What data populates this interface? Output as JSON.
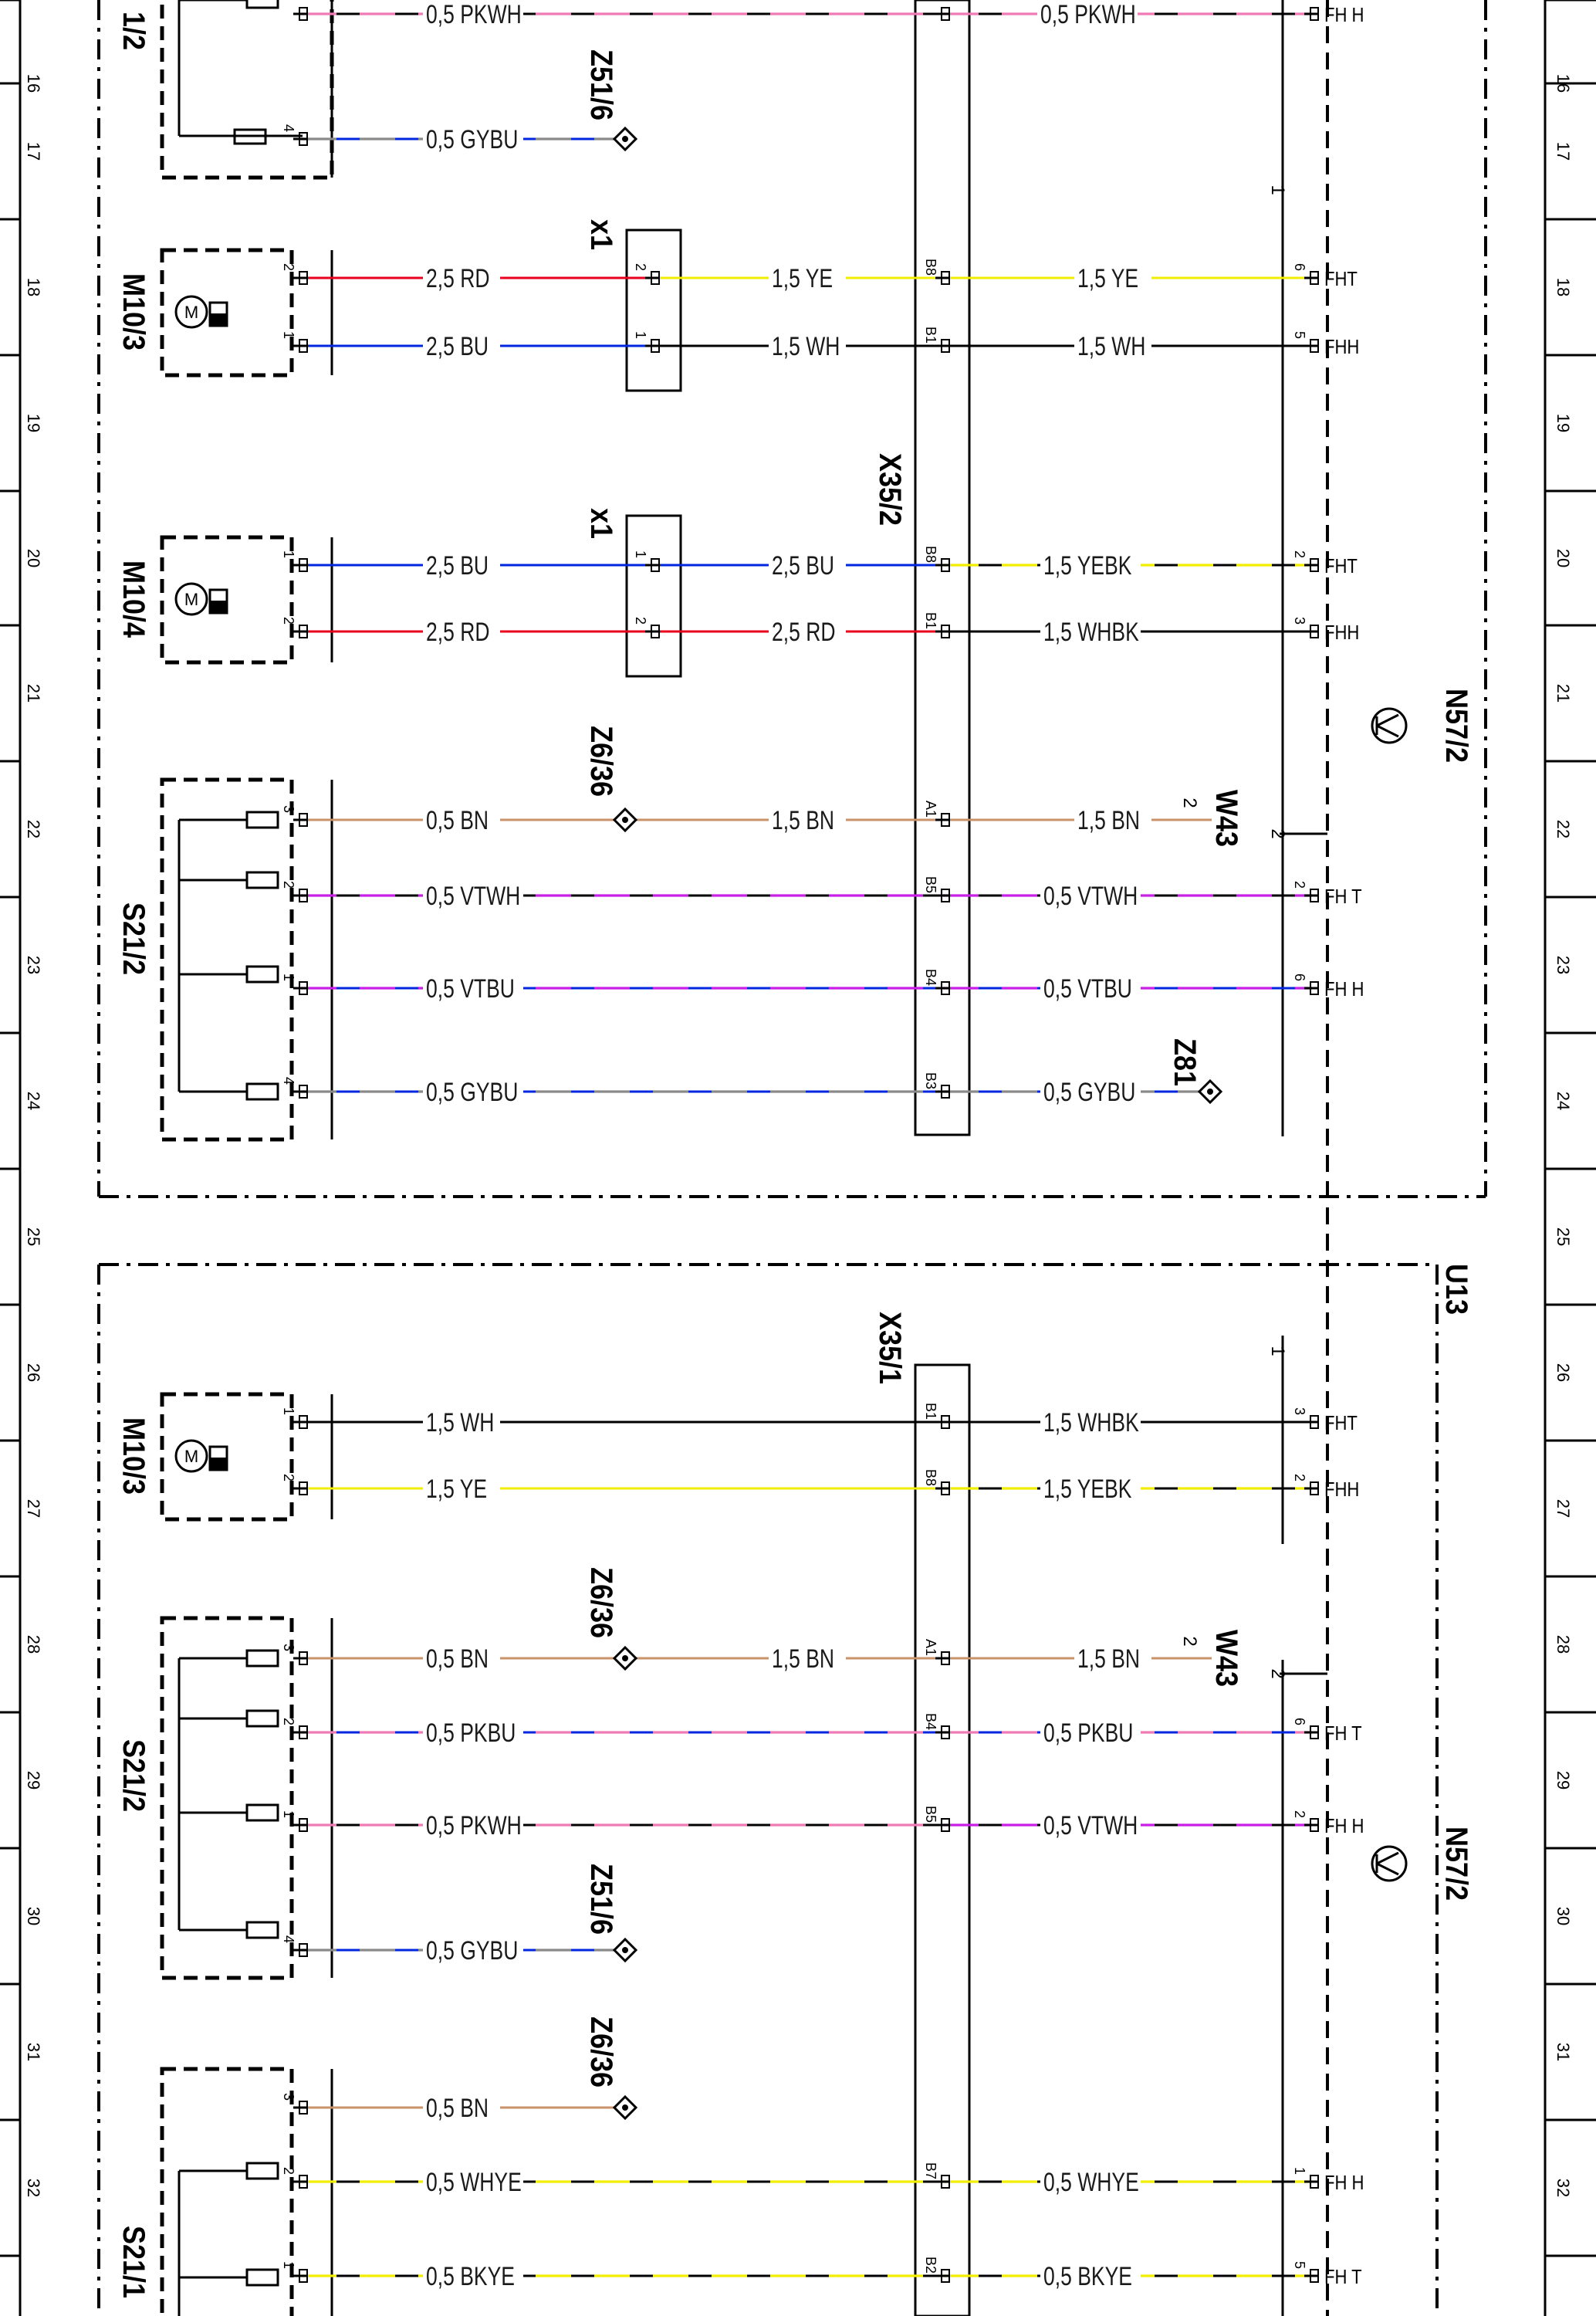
{
  "grid_rows": [
    "16",
    "17",
    "18",
    "19",
    "20",
    "21",
    "22",
    "23",
    "24",
    "25",
    "26",
    "27",
    "28",
    "29",
    "30",
    "31",
    "32"
  ],
  "colors": {
    "RD": "#e8001c",
    "BU": "#0026e0",
    "YE": "#f2ee00",
    "WH": "#ffffff",
    "BK": "#000000",
    "BN": "#c8926a",
    "PK": "#f07ab4",
    "VT": "#c81ee6",
    "GY": "#8a8a8a"
  },
  "component_labels": {
    "s21_2_top": "1/2",
    "m10_3_a": "M10/3",
    "m10_4": "M10/4",
    "s21_2_a": "S21/2",
    "m10_3_b": "M10/3",
    "s21_2_b": "S21/2",
    "s21_1": "S21/1"
  },
  "connector_labels": {
    "x1_a": "x1",
    "x1_b": "x1",
    "x35_2": "X35/2",
    "x35_1": "X35/1",
    "n57_2_a": "N57/2",
    "n57_2_b": "N57/2",
    "u13": "U13"
  },
  "splice_labels": {
    "z51_6_a": "Z51/6",
    "z6_36_a": "Z6/36",
    "w43_a": "W43",
    "z81": "Z81",
    "z6_36_b": "Z6/36",
    "w43_b": "W43",
    "z51_6_b": "Z51/6",
    "z6_36_c": "Z6/36"
  },
  "wires": [
    {
      "id": "w0",
      "segments": [
        {
          "label": "0,5 PKWH",
          "colors": [
            "PK",
            "WH"
          ]
        },
        {
          "label": "0,5 PKWH",
          "colors": [
            "PK",
            "WH"
          ]
        }
      ],
      "pins": {
        "comp": "",
        "x35": "",
        "right": ""
      },
      "right_tag": "FH H"
    },
    {
      "id": "w1",
      "segments": [
        {
          "label": "0,5 GYBU",
          "colors": [
            "GY",
            "BU"
          ]
        }
      ],
      "pins": {
        "comp": "4"
      }
    },
    {
      "id": "w2",
      "segments": [
        {
          "label": "2,5 RD",
          "colors": [
            "RD"
          ]
        },
        {
          "label": "1,5 YE",
          "colors": [
            "YE"
          ]
        },
        {
          "label": "1,5 YE",
          "colors": [
            "YE"
          ]
        }
      ],
      "pins": {
        "comp": "2",
        "x1": "2",
        "x35": "B8",
        "right": "6"
      },
      "right_tag": "FHT"
    },
    {
      "id": "w3",
      "segments": [
        {
          "label": "2,5 BU",
          "colors": [
            "BU"
          ]
        },
        {
          "label": "1,5 WH",
          "colors": [
            "BK"
          ]
        },
        {
          "label": "1,5 WH",
          "colors": [
            "BK"
          ]
        }
      ],
      "pins": {
        "comp": "1",
        "x1": "1",
        "x35": "B1",
        "right": "5"
      },
      "right_tag": "FHH"
    },
    {
      "id": "w4",
      "segments": [
        {
          "label": "2,5 BU",
          "colors": [
            "BU"
          ]
        },
        {
          "label": "2,5 BU",
          "colors": [
            "BU"
          ]
        },
        {
          "label": "1,5 YEBK",
          "colors": [
            "YE",
            "BK"
          ]
        }
      ],
      "pins": {
        "comp": "1",
        "x1": "1",
        "x35": "B8",
        "right": "2"
      },
      "right_tag": "FHT"
    },
    {
      "id": "w5",
      "segments": [
        {
          "label": "2,5 RD",
          "colors": [
            "RD"
          ]
        },
        {
          "label": "2,5 RD",
          "colors": [
            "RD"
          ]
        },
        {
          "label": "1,5 WHBK",
          "colors": [
            "BK"
          ]
        }
      ],
      "pins": {
        "comp": "2",
        "x1": "2",
        "x35": "B1",
        "right": "3"
      },
      "right_tag": "FHH"
    },
    {
      "id": "w6",
      "segments": [
        {
          "label": "0,5 BN",
          "colors": [
            "BN"
          ]
        },
        {
          "label": "1,5 BN",
          "colors": [
            "BN"
          ]
        },
        {
          "label": "1,5 BN",
          "colors": [
            "BN"
          ]
        }
      ],
      "pins": {
        "comp": "3",
        "x35": "A1",
        "right": "2"
      }
    },
    {
      "id": "w7",
      "segments": [
        {
          "label": "0,5 VTWH",
          "colors": [
            "VT",
            "WH"
          ]
        },
        {
          "label": "0,5 VTWH",
          "colors": [
            "VT",
            "WH"
          ]
        }
      ],
      "pins": {
        "comp": "2",
        "x35": "B5",
        "right": "2"
      },
      "right_tag": "FH T"
    },
    {
      "id": "w8",
      "segments": [
        {
          "label": "0,5 VTBU",
          "colors": [
            "VT",
            "BU"
          ]
        },
        {
          "label": "0,5 VTBU",
          "colors": [
            "VT",
            "BU"
          ]
        }
      ],
      "pins": {
        "comp": "1",
        "x35": "B4",
        "right": "6"
      },
      "right_tag": "FH H"
    },
    {
      "id": "w9",
      "segments": [
        {
          "label": "0,5 GYBU",
          "colors": [
            "GY",
            "BU"
          ]
        },
        {
          "label": "0,5 GYBU",
          "colors": [
            "GY",
            "BU"
          ]
        }
      ],
      "pins": {
        "comp": "4",
        "x35": "B3"
      }
    },
    {
      "id": "w10",
      "segments": [
        {
          "label": "1,5 WH",
          "colors": [
            "BK"
          ]
        },
        {
          "label": "1,5 WHBK",
          "colors": [
            "BK"
          ]
        }
      ],
      "pins": {
        "comp": "1",
        "x35": "B1",
        "right": "3"
      },
      "right_tag": "FHT"
    },
    {
      "id": "w11",
      "segments": [
        {
          "label": "1,5 YE",
          "colors": [
            "YE"
          ]
        },
        {
          "label": "1,5 YEBK",
          "colors": [
            "YE",
            "BK"
          ]
        }
      ],
      "pins": {
        "comp": "2",
        "x35": "B8",
        "right": "2"
      },
      "right_tag": "FHH"
    },
    {
      "id": "w12",
      "segments": [
        {
          "label": "0,5 BN",
          "colors": [
            "BN"
          ]
        },
        {
          "label": "1,5 BN",
          "colors": [
            "BN"
          ]
        },
        {
          "label": "1,5 BN",
          "colors": [
            "BN"
          ]
        }
      ],
      "pins": {
        "comp": "3",
        "x35": "A1",
        "right": "2"
      }
    },
    {
      "id": "w13",
      "segments": [
        {
          "label": "0,5 PKBU",
          "colors": [
            "PK",
            "BU"
          ]
        },
        {
          "label": "0,5 PKBU",
          "colors": [
            "PK",
            "BU"
          ]
        }
      ],
      "pins": {
        "comp": "2",
        "x35": "B4",
        "right": "6"
      },
      "right_tag": "FH T"
    },
    {
      "id": "w14",
      "segments": [
        {
          "label": "0,5 PKWH",
          "colors": [
            "PK",
            "WH"
          ]
        },
        {
          "label": "0,5 VTWH",
          "colors": [
            "VT",
            "WH"
          ]
        }
      ],
      "pins": {
        "comp": "1",
        "x35": "B5",
        "right": "2"
      },
      "right_tag": "FH H"
    },
    {
      "id": "w15",
      "segments": [
        {
          "label": "0,5 GYBU",
          "colors": [
            "GY",
            "BU"
          ]
        }
      ],
      "pins": {
        "comp": "4"
      }
    },
    {
      "id": "w16",
      "segments": [
        {
          "label": "0,5 BN",
          "colors": [
            "BN"
          ]
        }
      ],
      "pins": {
        "comp": "3"
      }
    },
    {
      "id": "w17",
      "segments": [
        {
          "label": "0,5 WHYE",
          "colors": [
            "YE",
            "BK"
          ]
        },
        {
          "label": "0,5 WHYE",
          "colors": [
            "YE",
            "BK"
          ]
        }
      ],
      "pins": {
        "comp": "2",
        "x35": "B7",
        "right": "1"
      },
      "right_tag": "FH H"
    },
    {
      "id": "w18",
      "segments": [
        {
          "label": "0,5 BKYE",
          "colors": [
            "YE",
            "BK"
          ]
        },
        {
          "label": "0,5 BKYE",
          "colors": [
            "YE",
            "BK"
          ]
        }
      ],
      "pins": {
        "comp": "1",
        "x35": "B2",
        "right": "5"
      },
      "right_tag": "FH T"
    }
  ],
  "side_numbers": {
    "n57_a": "1",
    "n57_w43_a": "2",
    "n57_b": "1",
    "n57_w43_b": "2",
    "w43_pin_a": "2",
    "w43_pin_b": "2"
  }
}
